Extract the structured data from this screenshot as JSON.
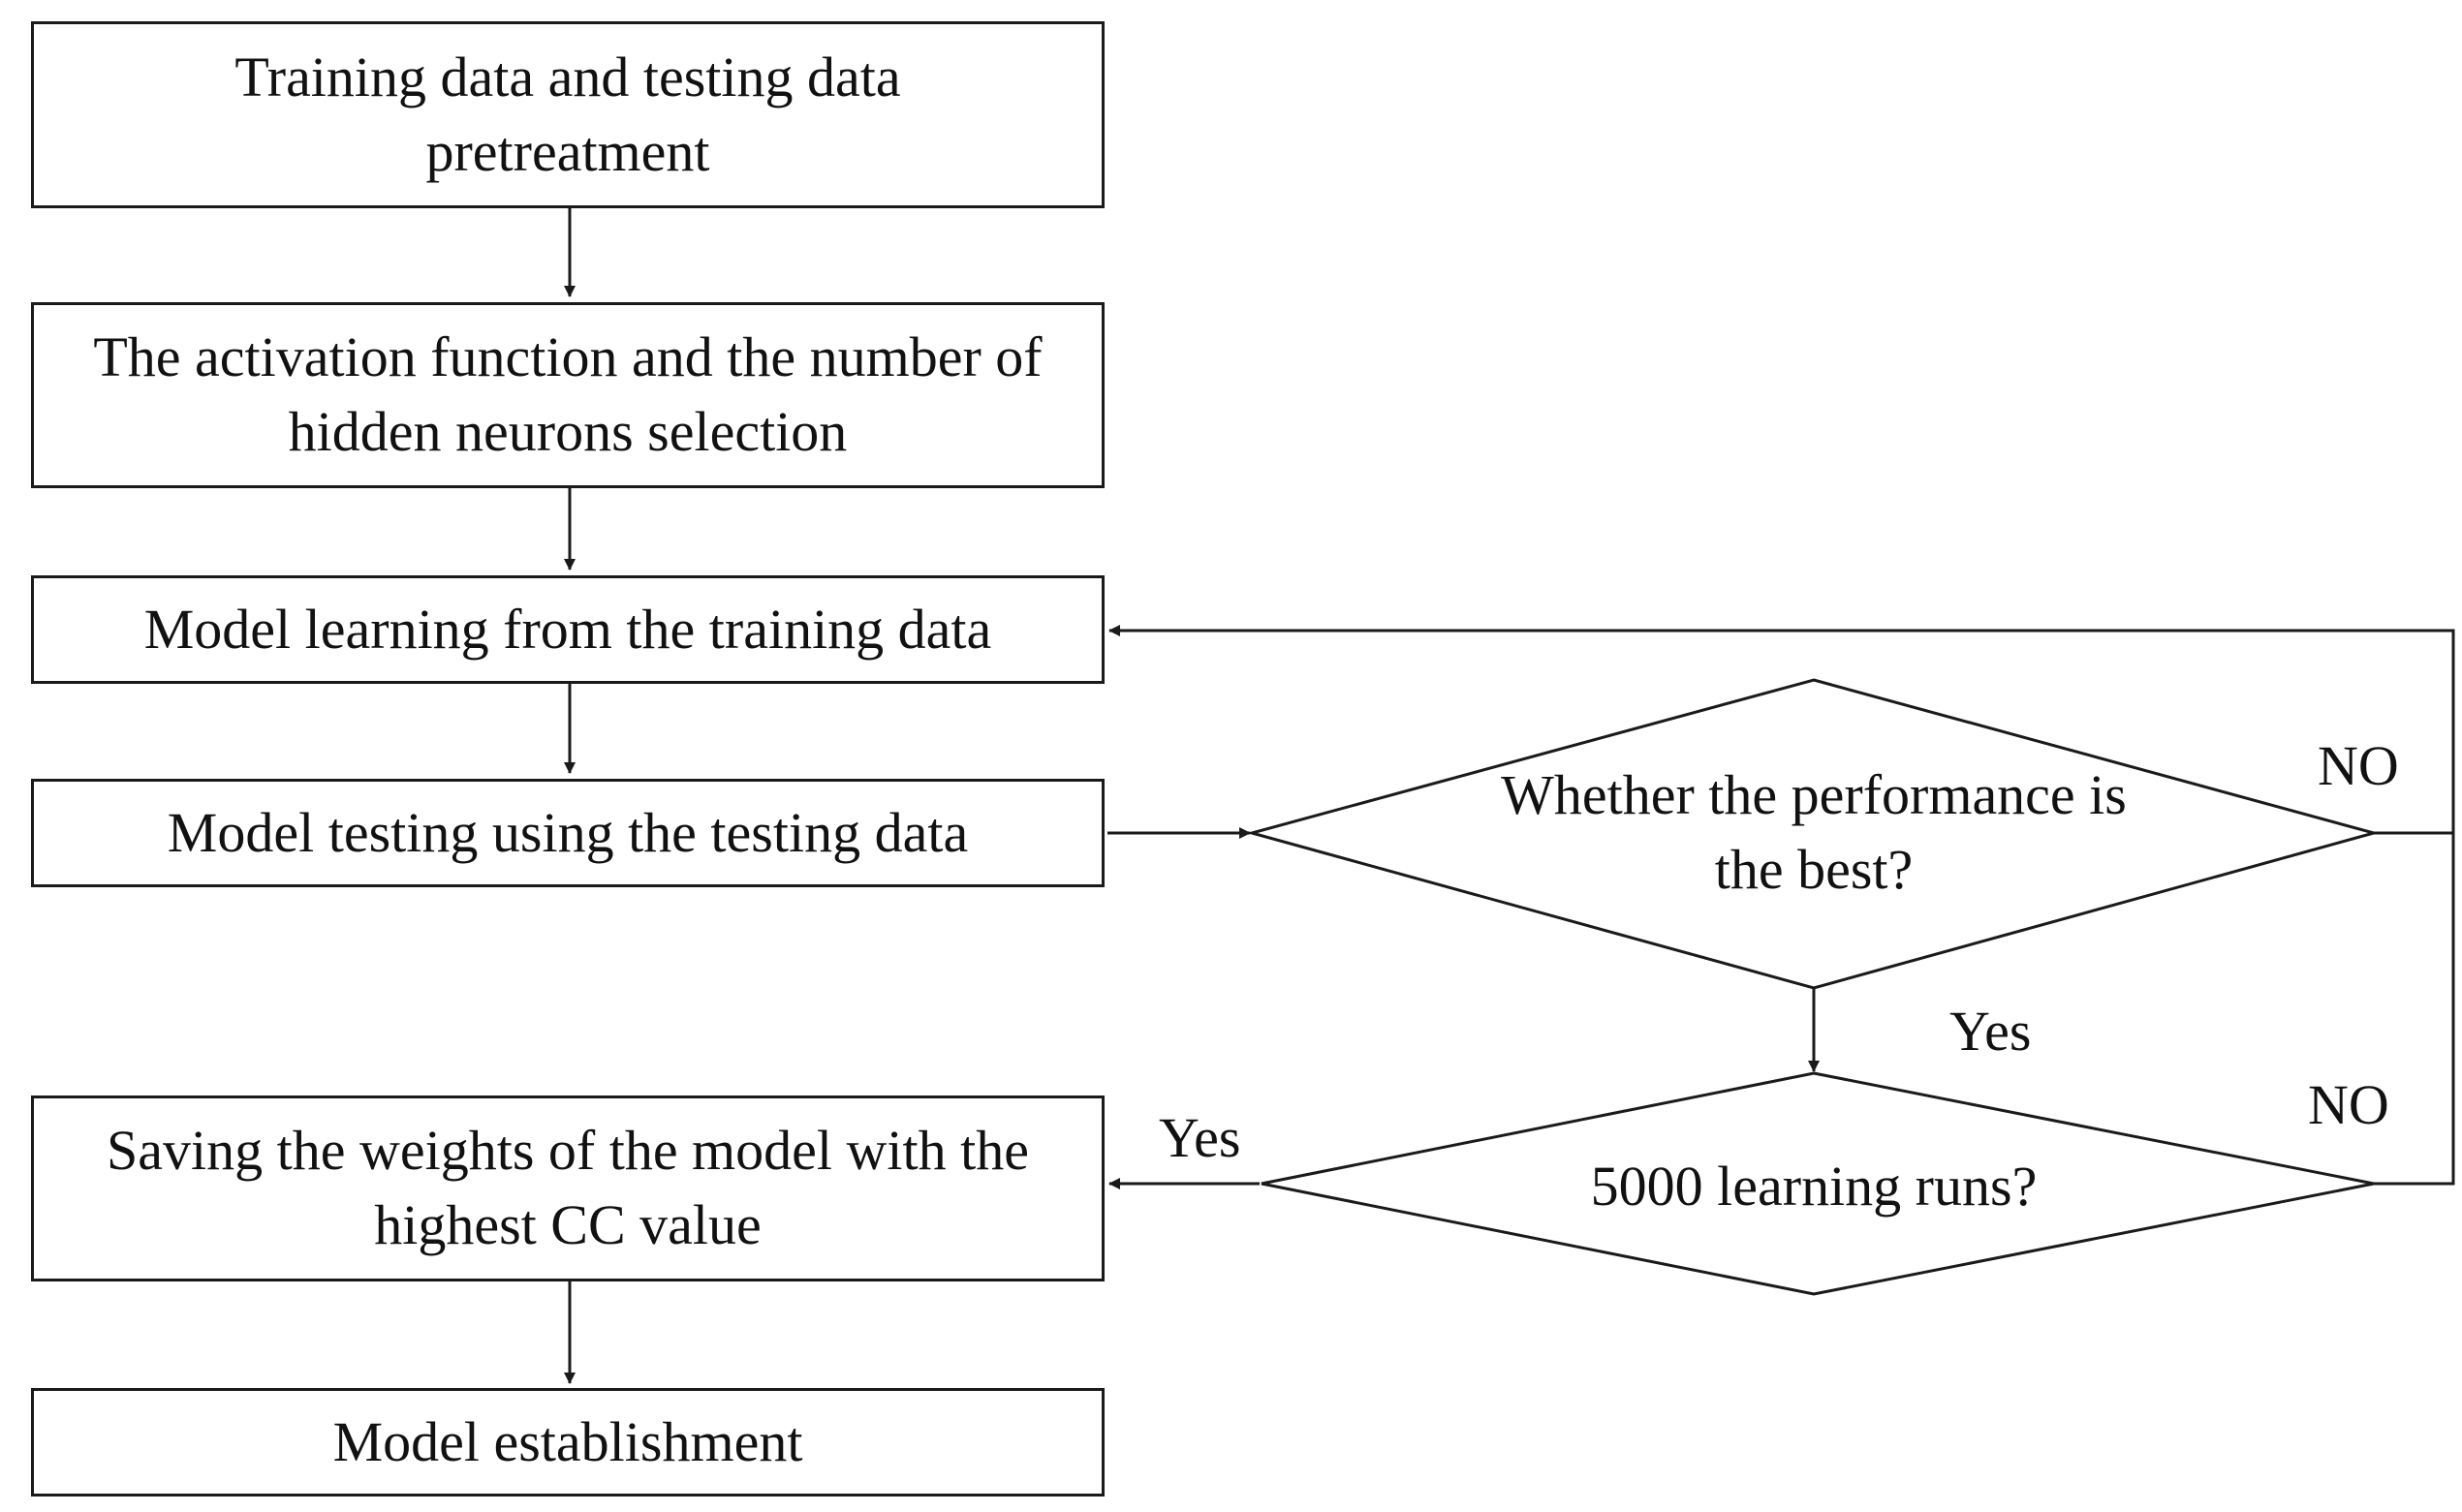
{
  "steps": {
    "pretreatment": "Training data and testing data pretreatment",
    "selection": "The activation function and the number of hidden neurons selection",
    "learning": "Model learning from the training data",
    "testing": "Model testing using the testing data",
    "saving": "Saving the weights of the model with the highest CC value",
    "establishment": "Model establishment"
  },
  "decisions": {
    "best_performance": "Whether the performance is the best?",
    "runs": "5000 learning runs?"
  },
  "labels": {
    "best_yes": "Yes",
    "best_no": "NO",
    "runs_yes": "Yes",
    "runs_no": "NO"
  },
  "colors": {
    "stroke": "#1a1a1a",
    "text": "#111111",
    "background": "#ffffff"
  }
}
